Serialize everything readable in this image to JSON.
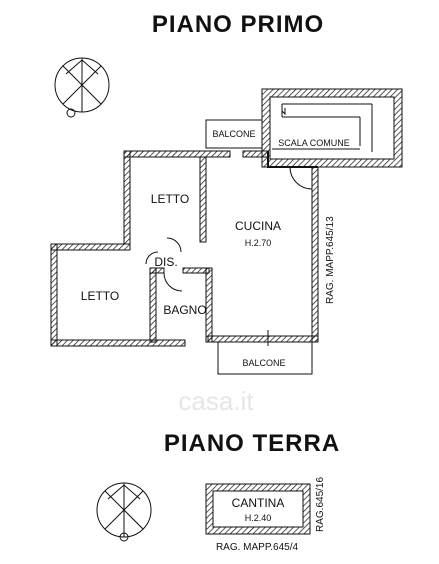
{
  "floor1": {
    "title": "PIANO PRIMO",
    "rooms": {
      "balcone_top": "BALCONE",
      "scala": "SCALA COMUNE",
      "letto_top": "LETTO",
      "cucina": "CUCINA",
      "cucina_h": "H.2.70",
      "dis": "DIS.",
      "letto_left": "LETTO",
      "bagno": "BAGNO",
      "balcone_bottom": "BALCONE"
    },
    "ref": "RAG. MAPP.645/13"
  },
  "ground": {
    "title": "PIANO TERRA",
    "cantina": "CANTINA",
    "cantina_h": "H.2.40",
    "ref_side": "RAG.645/16",
    "ref_bottom": "RAG. MAPP.645/4"
  },
  "watermark": "casa.it",
  "icons": [
    "compass-rose-icon",
    "compass-rose-icon"
  ]
}
